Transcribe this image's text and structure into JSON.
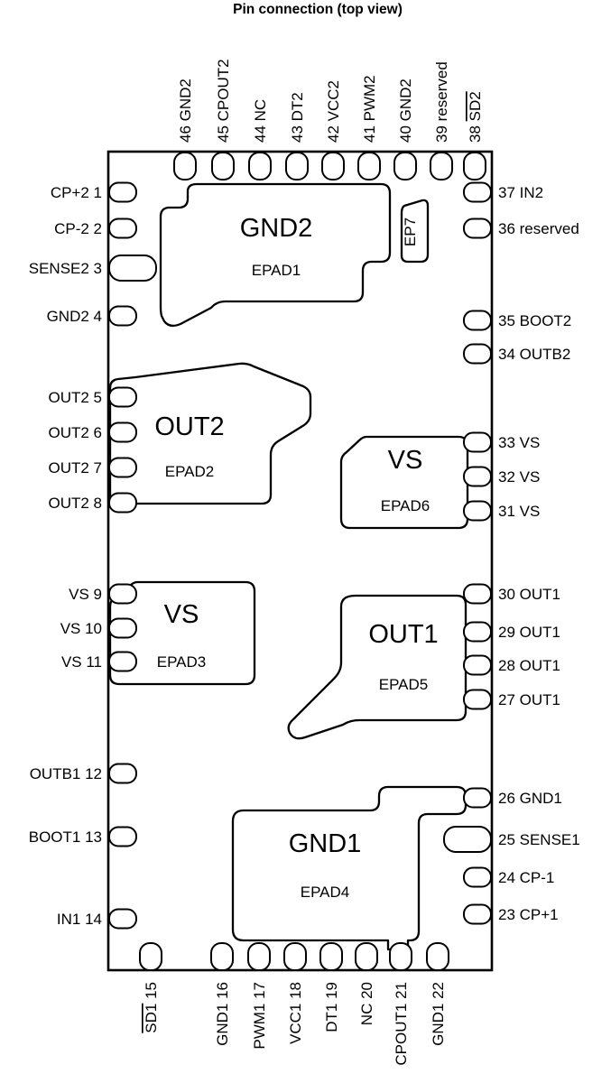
{
  "title": "Pin connection (top view)",
  "colors": {
    "title_blue": "#1e32a8",
    "line": "#000000",
    "background": "#ffffff"
  },
  "pins": {
    "top": [
      {
        "num": "46",
        "label": "GND2"
      },
      {
        "num": "45",
        "label": "CPOUT2"
      },
      {
        "num": "44",
        "label": "NC"
      },
      {
        "num": "43",
        "label": "DT2"
      },
      {
        "num": "42",
        "label": "VCC2"
      },
      {
        "num": "41",
        "label": "PWM2"
      },
      {
        "num": "40",
        "label": "GND2"
      },
      {
        "num": "39",
        "label": "reserved"
      },
      {
        "num": "38",
        "label": "SD2",
        "overline": true
      }
    ],
    "right": [
      {
        "num": "37",
        "label": "IN2"
      },
      {
        "num": "36",
        "label": "reserved"
      },
      {
        "num": "35",
        "label": "BOOT2"
      },
      {
        "num": "34",
        "label": "OUTB2"
      },
      {
        "num": "33",
        "label": "VS"
      },
      {
        "num": "32",
        "label": "VS"
      },
      {
        "num": "31",
        "label": "VS"
      },
      {
        "num": "30",
        "label": "OUT1"
      },
      {
        "num": "29",
        "label": "OUT1"
      },
      {
        "num": "28",
        "label": "OUT1"
      },
      {
        "num": "27",
        "label": "OUT1"
      },
      {
        "num": "26",
        "label": "GND1"
      },
      {
        "num": "25",
        "label": "SENSE1",
        "large": true
      },
      {
        "num": "24",
        "label": "CP-1"
      },
      {
        "num": "23",
        "label": "CP+1"
      }
    ],
    "left": [
      {
        "num": "1",
        "label": "CP+2"
      },
      {
        "num": "2",
        "label": "CP-2"
      },
      {
        "num": "3",
        "label": "SENSE2",
        "large": true
      },
      {
        "num": "4",
        "label": "GND2"
      },
      {
        "num": "5",
        "label": "OUT2"
      },
      {
        "num": "6",
        "label": "OUT2"
      },
      {
        "num": "7",
        "label": "OUT2"
      },
      {
        "num": "8",
        "label": "OUT2"
      },
      {
        "num": "9",
        "label": "VS"
      },
      {
        "num": "10",
        "label": "VS"
      },
      {
        "num": "11",
        "label": "VS"
      },
      {
        "num": "12",
        "label": "OUTB1"
      },
      {
        "num": "13",
        "label": "BOOT1"
      },
      {
        "num": "14",
        "label": "IN1"
      }
    ],
    "bottom": [
      {
        "num": "15",
        "label": "SD1",
        "overline": true
      },
      {
        "num": "16",
        "label": "GND1"
      },
      {
        "num": "17",
        "label": "PWM1"
      },
      {
        "num": "18",
        "label": "VCC1"
      },
      {
        "num": "19",
        "label": "DT1"
      },
      {
        "num": "20",
        "label": "NC"
      },
      {
        "num": "21",
        "label": "CPOUT1"
      },
      {
        "num": "22",
        "label": "GND1"
      }
    ]
  },
  "pads": {
    "epad1": {
      "name": "GND2",
      "id": "EPAD1"
    },
    "ep7": {
      "name": "EP7"
    },
    "epad2": {
      "name": "OUT2",
      "id": "EPAD2"
    },
    "epad6": {
      "name": "VS",
      "id": "EPAD6"
    },
    "epad3": {
      "name": "VS",
      "id": "EPAD3"
    },
    "epad5": {
      "name": "OUT1",
      "id": "EPAD5"
    },
    "epad4": {
      "name": "GND1",
      "id": "EPAD4"
    }
  }
}
